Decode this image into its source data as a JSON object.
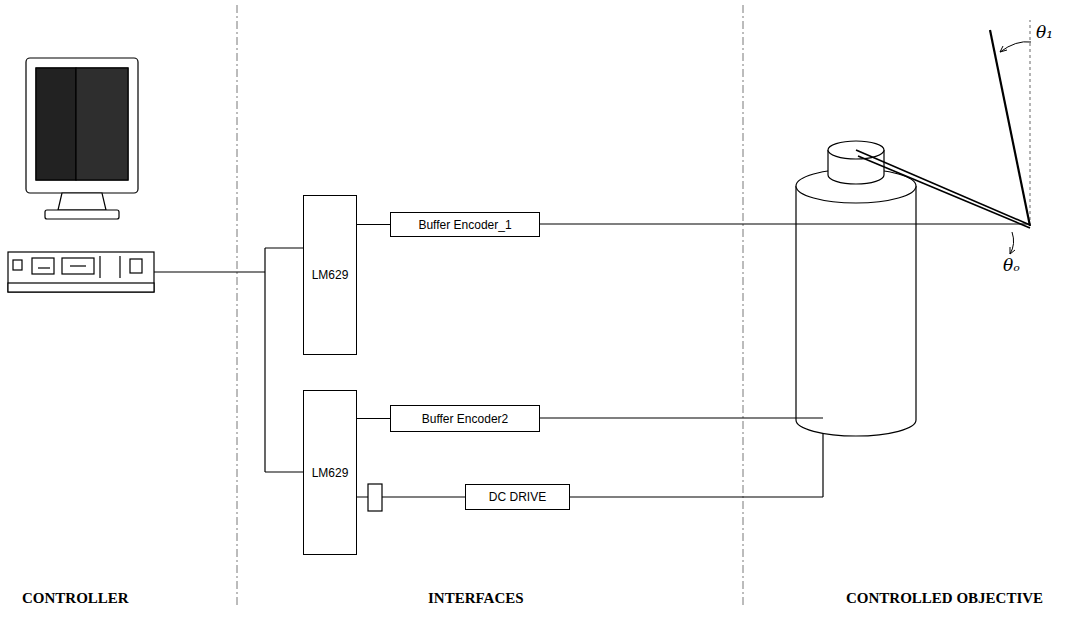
{
  "diagram": {
    "nodes": [
      {
        "text": [
          "LM629"
        ]
      },
      {
        "text": [
          "Buffer Encoder_1"
        ]
      },
      {
        "text": [
          "LM629"
        ]
      },
      {
        "text": [
          "Buffer Encoder2"
        ]
      },
      {
        "text": [
          "DC DRIVE"
        ]
      }
    ],
    "edges": [
      {
        "from": 0,
        "to": 1,
        "arrow": "none"
      },
      {
        "from": 2,
        "to": 3,
        "arrow": "none"
      },
      {
        "from": 2,
        "to": 4,
        "arrow": "none"
      }
    ],
    "labels": [
      "θ₁",
      "θₒ",
      "CONTROLLER",
      "INTERFACES",
      "CONTROLLED OBJECTIVE"
    ]
  }
}
